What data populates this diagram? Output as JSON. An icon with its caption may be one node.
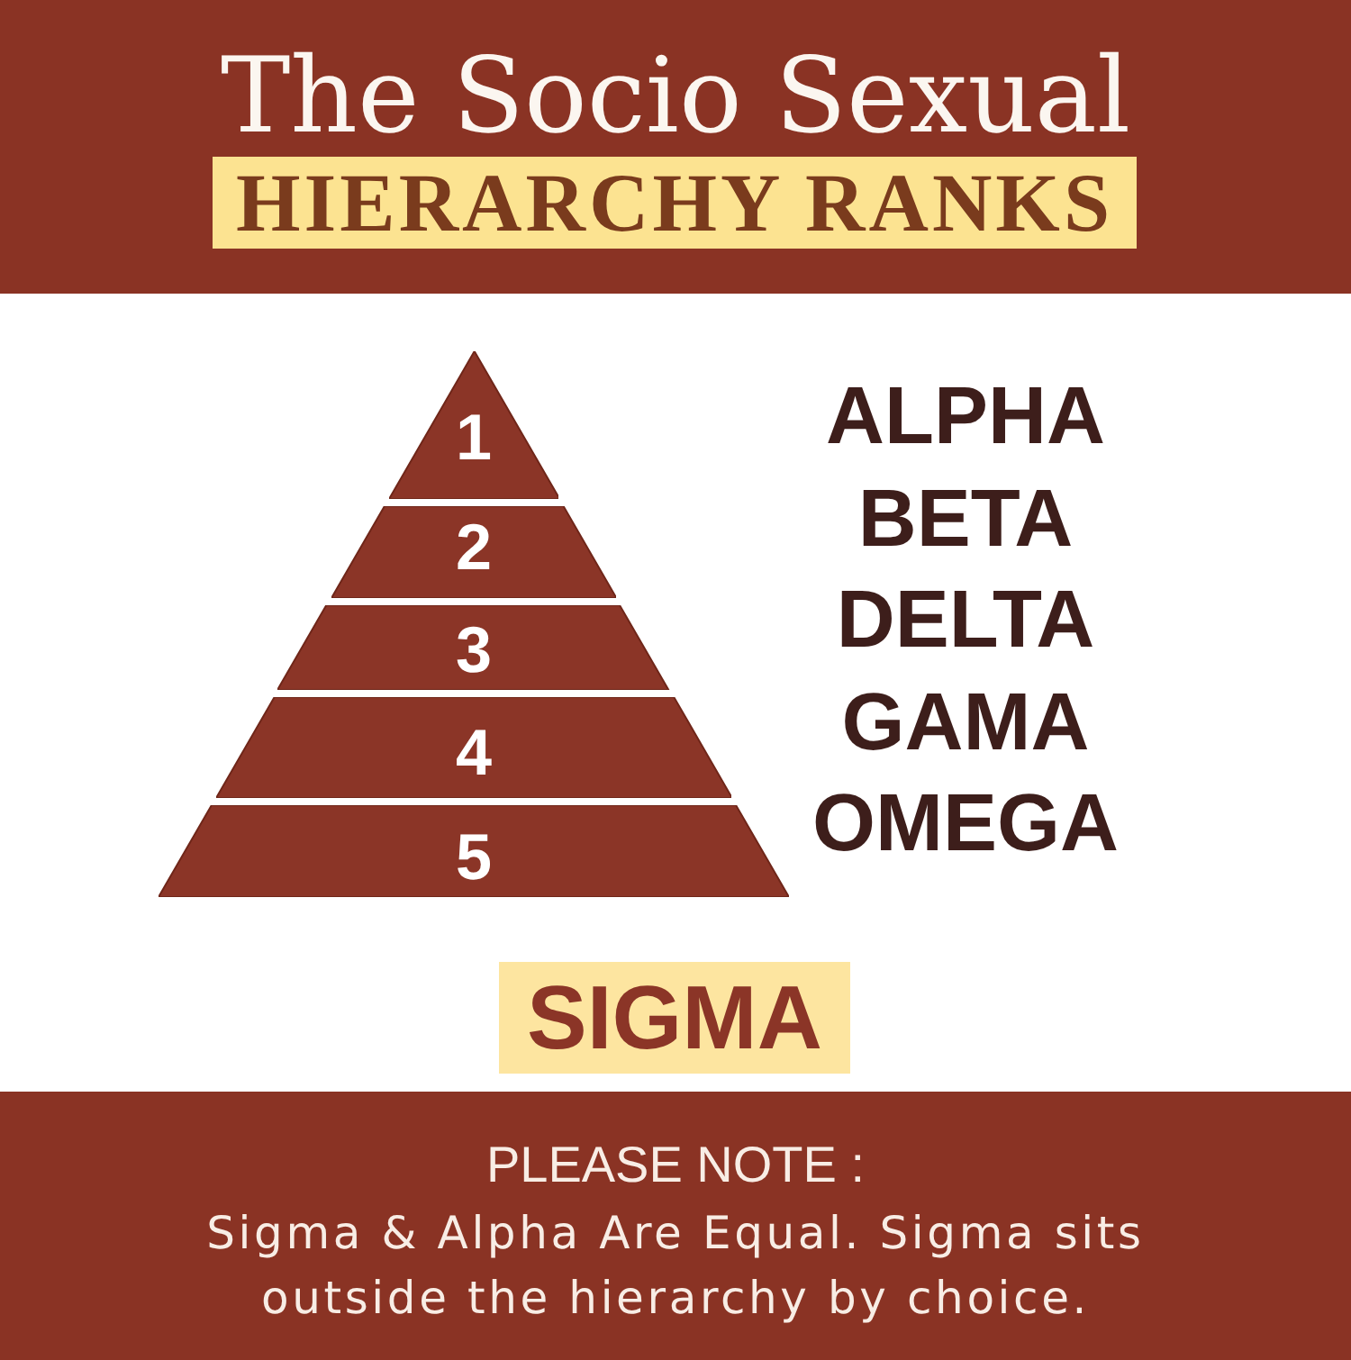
{
  "diagram": {
    "title": "The Socio Sexual",
    "nodes": [
      {
        "text": [
          "HIERARCHY RANKS"
        ]
      },
      {
        "text": [
          "1"
        ]
      },
      {
        "text": [
          "2"
        ]
      },
      {
        "text": [
          "3"
        ]
      },
      {
        "text": [
          "4"
        ]
      },
      {
        "text": [
          "5"
        ]
      },
      {
        "text": [
          "SIGMA"
        ]
      }
    ],
    "labels": [
      "ALPHA",
      "BETA",
      "DELTA",
      "GAMA",
      "OMEGA",
      "PLEASE NOTE :",
      "Sigma & Alpha Are Equal. Sigma sits outside the hierarchy by choice."
    ]
  }
}
